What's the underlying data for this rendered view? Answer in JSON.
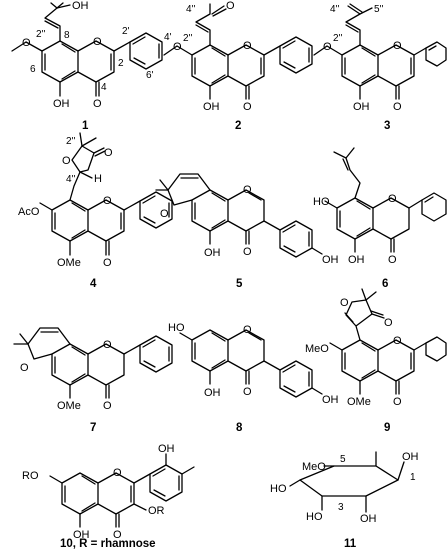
{
  "compounds": [
    {
      "id": "1",
      "atoms": [
        "OH",
        "O",
        "O",
        "O",
        "OH"
      ],
      "numbering": [
        "2''",
        "8",
        "2",
        "2'",
        "4'",
        "6",
        "4",
        "6'"
      ]
    },
    {
      "id": "2",
      "atoms": [
        "O",
        "O",
        "O",
        "O",
        "OH"
      ],
      "numbering": [
        "4''",
        "2''"
      ]
    },
    {
      "id": "3",
      "atoms": [
        "O",
        "O",
        "O",
        "OH"
      ],
      "numbering": [
        "4''",
        "5''",
        "2''"
      ]
    },
    {
      "id": "4",
      "atoms": [
        "O",
        "O",
        "AcO",
        "O",
        "O",
        "OMe",
        "H"
      ],
      "numbering": [
        "2''",
        "4''"
      ]
    },
    {
      "id": "5",
      "atoms": [
        "O",
        "O",
        "O",
        "OH",
        "OH"
      ],
      "numbering": []
    },
    {
      "id": "6",
      "atoms": [
        "HO",
        "O",
        "O",
        "OH"
      ],
      "numbering": []
    },
    {
      "id": "7",
      "atoms": [
        "O",
        "O",
        "O",
        "OMe"
      ],
      "numbering": []
    },
    {
      "id": "8",
      "atoms": [
        "HO",
        "O",
        "O",
        "OH",
        "OH"
      ],
      "numbering": []
    },
    {
      "id": "9",
      "atoms": [
        "O",
        "O",
        "MeO",
        "O",
        "O",
        "OMe"
      ],
      "numbering": []
    },
    {
      "id": "10",
      "label": "10, R = rhamnose",
      "atoms": [
        "RO",
        "O",
        "OH",
        "OR",
        "O",
        "OH"
      ],
      "numbering": []
    },
    {
      "id": "11",
      "atoms": [
        "OH",
        "MeO",
        "HO",
        "HO",
        "OH"
      ],
      "numbering": [
        "5",
        "3",
        "1"
      ]
    }
  ]
}
